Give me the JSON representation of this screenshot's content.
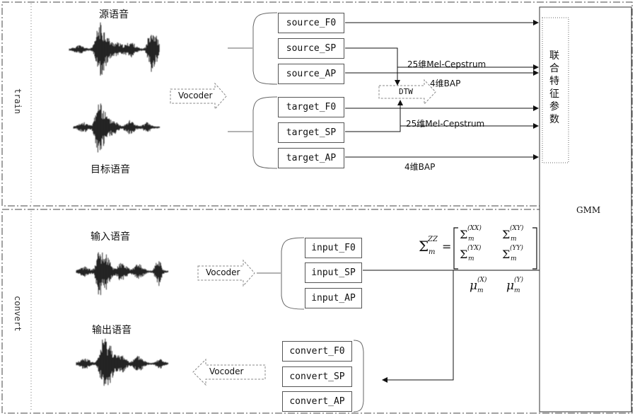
{
  "sections": {
    "train": "train",
    "convert": "convert"
  },
  "train": {
    "source_title": "源语音",
    "target_title": "目标语音",
    "vocoder": "Vocoder",
    "dtw": "DTW",
    "source_boxes": [
      "source_F0",
      "source_SP",
      "source_AP"
    ],
    "target_boxes": [
      "target_F0",
      "target_SP",
      "target_AP"
    ],
    "feature_labels": {
      "source_sp": "25维Mel-Cepstrum",
      "source_ap": "4维BAP",
      "target_sp": "25维Mel-Cepstrum",
      "target_ap": "4维BAP"
    },
    "joint_feature": "联合特征参数"
  },
  "gmm": {
    "label": "GMM"
  },
  "convert": {
    "input_title": "输入语音",
    "output_title": "输出语音",
    "vocoder_in": "Vocoder",
    "vocoder_out": "Vocoder",
    "input_boxes": [
      "input_F0",
      "input_SP",
      "input_AP"
    ],
    "convert_boxes": [
      "convert_F0",
      "convert_SP",
      "convert_AP"
    ]
  },
  "math": {
    "sigma": "Σ",
    "zz": "ZZ",
    "m": "m",
    "xx": "(XX)",
    "xy": "(XY)",
    "yx": "(YX)",
    "yy": "(YY)",
    "mu": "μ",
    "x": "(X)",
    "y": "(Y)",
    "eq": "="
  }
}
